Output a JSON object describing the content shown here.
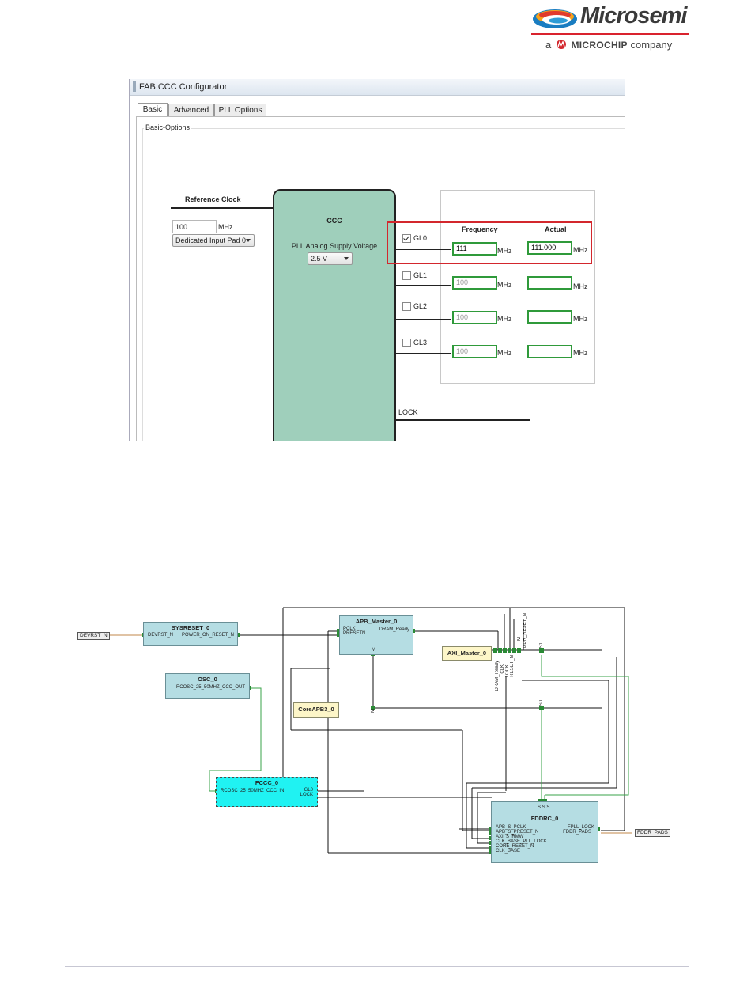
{
  "header": {
    "brand": "Microsemi",
    "tagline_prefix": "a",
    "tagline_company": "MICROCHIP",
    "tagline_suffix": "company"
  },
  "configurator": {
    "window_title": "FAB CCC Configurator",
    "tabs": [
      {
        "label": "Basic",
        "active": true
      },
      {
        "label": "Advanced",
        "active": false
      },
      {
        "label": "PLL Options",
        "active": false
      }
    ],
    "group_label": "Basic-Options",
    "reference_clock": {
      "label": "Reference Clock",
      "value": "100",
      "unit": "MHz",
      "source": "Dedicated Input Pad 0"
    },
    "ccc": {
      "title": "CCC",
      "supply_label": "PLL Analog Supply Voltage",
      "supply_value": "2.5 V"
    },
    "columns": {
      "frequency": "Frequency",
      "actual": "Actual"
    },
    "outputs": [
      {
        "name": "GL0",
        "checked": true,
        "frequency": "111",
        "actual": "111.000",
        "unit": "MHz"
      },
      {
        "name": "GL1",
        "checked": false,
        "frequency": "100",
        "actual": "",
        "unit": "MHz"
      },
      {
        "name": "GL2",
        "checked": false,
        "frequency": "100",
        "actual": "",
        "unit": "MHz"
      },
      {
        "name": "GL3",
        "checked": false,
        "frequency": "100",
        "actual": "",
        "unit": "MHz"
      }
    ],
    "lock_label": "LOCK"
  },
  "schematic": {
    "ports": {
      "devrst": "DEVRST_N",
      "fddr_pads": "FDDR_PADS"
    },
    "sysreset": {
      "name": "SYSRESET_0",
      "pin_in": "DEVRST_N",
      "pin_out": "POWER_ON_RESET_N"
    },
    "apb_master": {
      "name": "APB_Master_0",
      "pin_pclk": "PCLK",
      "pin_presetn": "PRESETN",
      "pin_ready": "DRAM_Ready",
      "pin_m": "M"
    },
    "axi_master": {
      "name": "AXI_Master_0",
      "pins": [
        "DRAM_Ready",
        "CLK",
        "LOCK",
        "RESET_N"
      ],
      "pin_m": "M",
      "pin_ddr": "DDR_RESET_N",
      "pin_s1": "S1"
    },
    "osc": {
      "name": "OSC_0",
      "pin_out": "RCOSC_25_50MHZ_CCC_OUT"
    },
    "coreapb3": {
      "name": "CoreAPB3_0",
      "pin_m": "M",
      "pin_s0": "S0"
    },
    "fccc": {
      "name": "FCCC_0",
      "pin_in": "RCOSC_25_50MHZ_CCC_IN",
      "pin_gl0": "GL0",
      "pin_lock": "LOCK"
    },
    "fddrc": {
      "name": "FDDRC_0",
      "pins_in": [
        "APB_S_PCLK",
        "APB_S_PRESET_N",
        "AXI_S_RMW",
        "CLK_BASE_PLL_LOCK",
        "CORE_RESET_N",
        "CLK_BASE"
      ],
      "pin_lock": "FPLL_LOCK",
      "pin_pads": "FDDR_PADS",
      "pin_top": "S S S"
    }
  },
  "colors": {
    "accent_red": "#d3272d",
    "field_green": "#2f9a3a",
    "ccc_fill": "#9fcfbb",
    "wire_green": "#3aa34a"
  }
}
